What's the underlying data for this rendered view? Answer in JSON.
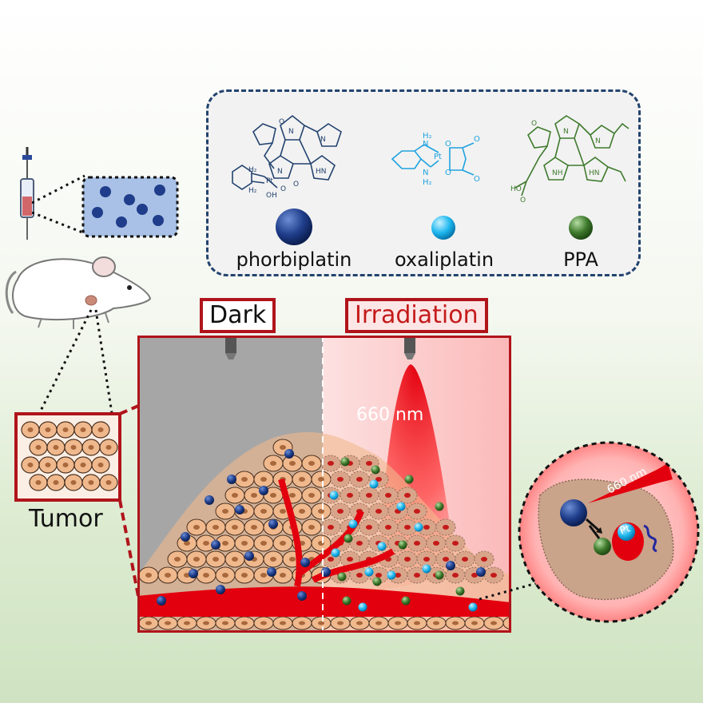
{
  "legend": {
    "items": [
      {
        "label": "phorbiplatin",
        "color": "#1f3d8a"
      },
      {
        "label": "oxaliplatin",
        "color": "#1fb8ef"
      },
      {
        "label": "PPA",
        "color": "#3e7a2c"
      }
    ]
  },
  "panels": {
    "dark_label": "Dark",
    "irradiation_label": "Irradiation",
    "wavelength_label": "660 nm",
    "zoom_wavelength_label": "660 nm",
    "pt_label": "Pt"
  },
  "tumor_label": "Tumor",
  "colors": {
    "tag_border": "#b0141b",
    "vessel": "#e3000e",
    "cell": "#f0b98d",
    "nucleus": "#a8683c"
  }
}
